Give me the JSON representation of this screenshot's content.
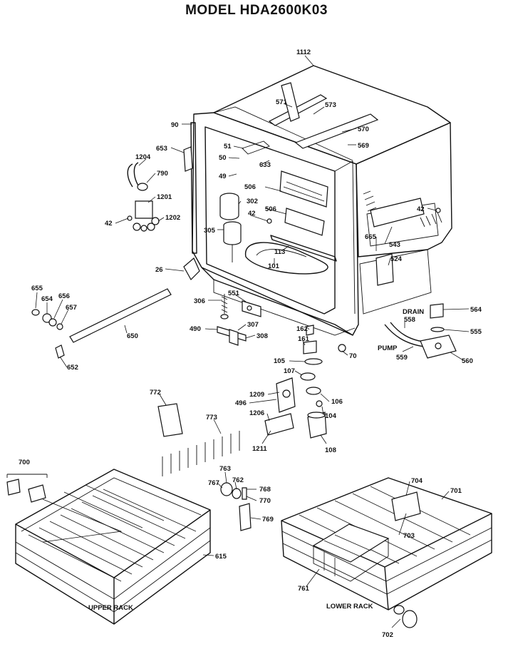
{
  "title": "MODEL HDA2600K03",
  "callouts": [
    {
      "id": "c1112",
      "text": "1112"
    },
    {
      "id": "c571",
      "text": "571"
    },
    {
      "id": "c573",
      "text": "573"
    },
    {
      "id": "c570",
      "text": "570"
    },
    {
      "id": "c569",
      "text": "569"
    },
    {
      "id": "c90",
      "text": "90"
    },
    {
      "id": "c653",
      "text": "653"
    },
    {
      "id": "c51",
      "text": "51"
    },
    {
      "id": "c50",
      "text": "50"
    },
    {
      "id": "c49",
      "text": "49"
    },
    {
      "id": "c633",
      "text": "633"
    },
    {
      "id": "c1204",
      "text": "1204"
    },
    {
      "id": "c790",
      "text": "790"
    },
    {
      "id": "c1201",
      "text": "1201"
    },
    {
      "id": "c42a",
      "text": "42"
    },
    {
      "id": "c1202",
      "text": "1202"
    },
    {
      "id": "c506a",
      "text": "506"
    },
    {
      "id": "c302",
      "text": "302"
    },
    {
      "id": "c42b",
      "text": "42"
    },
    {
      "id": "c506b",
      "text": "506"
    },
    {
      "id": "c305",
      "text": "305"
    },
    {
      "id": "c42c",
      "text": "42"
    },
    {
      "id": "c665",
      "text": "665"
    },
    {
      "id": "c543",
      "text": "543"
    },
    {
      "id": "c113",
      "text": "113"
    },
    {
      "id": "c524",
      "text": "524"
    },
    {
      "id": "c26",
      "text": "26"
    },
    {
      "id": "c101",
      "text": "101"
    },
    {
      "id": "c655",
      "text": "655"
    },
    {
      "id": "c654",
      "text": "654"
    },
    {
      "id": "c656",
      "text": "656"
    },
    {
      "id": "c657",
      "text": "657"
    },
    {
      "id": "c306",
      "text": "306"
    },
    {
      "id": "c551",
      "text": "551"
    },
    {
      "id": "c564",
      "text": "564"
    },
    {
      "id": "c558",
      "text": "558"
    },
    {
      "id": "c555",
      "text": "555"
    },
    {
      "id": "c650",
      "text": "650"
    },
    {
      "id": "c490",
      "text": "490"
    },
    {
      "id": "c307",
      "text": "307"
    },
    {
      "id": "c308",
      "text": "308"
    },
    {
      "id": "c162",
      "text": "162"
    },
    {
      "id": "c161",
      "text": "161"
    },
    {
      "id": "c70",
      "text": "70"
    },
    {
      "id": "c559",
      "text": "559"
    },
    {
      "id": "c560",
      "text": "560"
    },
    {
      "id": "c652",
      "text": "652"
    },
    {
      "id": "c105",
      "text": "105"
    },
    {
      "id": "c107",
      "text": "107"
    },
    {
      "id": "c772",
      "text": "772"
    },
    {
      "id": "c1209",
      "text": "1209"
    },
    {
      "id": "c496",
      "text": "496"
    },
    {
      "id": "c106",
      "text": "106"
    },
    {
      "id": "c1206",
      "text": "1206"
    },
    {
      "id": "c104",
      "text": "104"
    },
    {
      "id": "c773",
      "text": "773"
    },
    {
      "id": "c1211",
      "text": "1211"
    },
    {
      "id": "c108",
      "text": "108"
    },
    {
      "id": "c700",
      "text": "700"
    },
    {
      "id": "c763",
      "text": "763"
    },
    {
      "id": "c767",
      "text": "767"
    },
    {
      "id": "c762",
      "text": "762"
    },
    {
      "id": "c768",
      "text": "768"
    },
    {
      "id": "c770",
      "text": "770"
    },
    {
      "id": "c769",
      "text": "769"
    },
    {
      "id": "c704",
      "text": "704"
    },
    {
      "id": "c701",
      "text": "701"
    },
    {
      "id": "c615",
      "text": "615"
    },
    {
      "id": "c703",
      "text": "703"
    },
    {
      "id": "c761",
      "text": "761"
    },
    {
      "id": "c702",
      "text": "702"
    }
  ],
  "labels": {
    "drain": "DRAIN",
    "pump": "PUMP",
    "upper_rack": "UPPER RACK",
    "lower_rack": "LOWER RACK"
  }
}
